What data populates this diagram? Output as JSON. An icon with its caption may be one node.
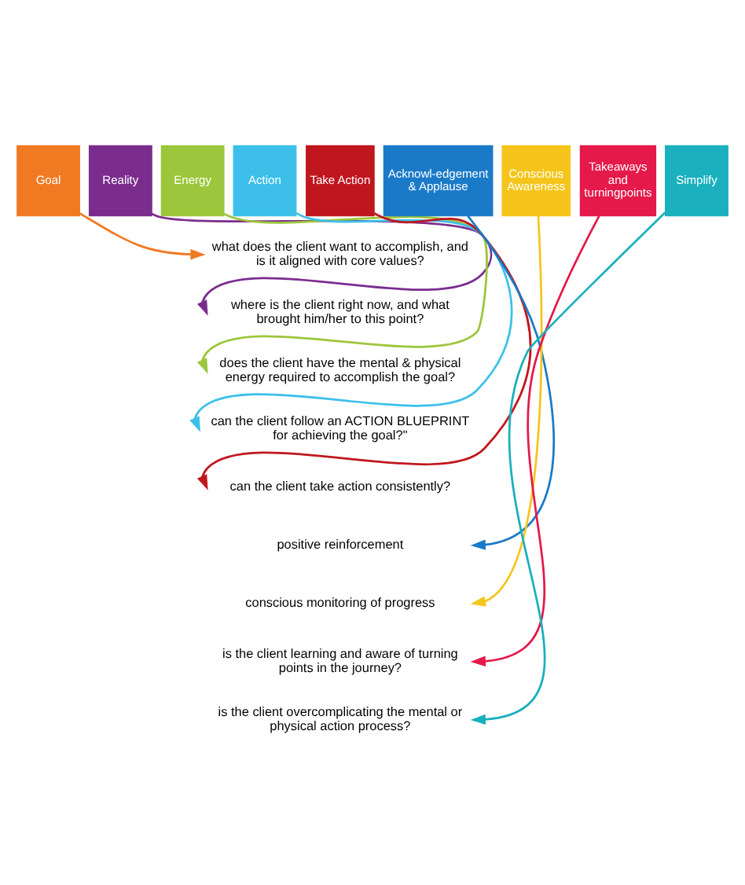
{
  "diagram": {
    "nodes": [
      {
        "text": [
          "Goal"
        ]
      },
      {
        "text": [
          "Reality"
        ]
      },
      {
        "text": [
          "Energy"
        ]
      },
      {
        "text": [
          "Action"
        ]
      },
      {
        "text": [
          "Take Action"
        ]
      },
      {
        "text": [
          "Acknowl-edgement & Applause"
        ]
      },
      {
        "text": [
          "Conscious Awareness"
        ]
      },
      {
        "text": [
          "Takeaways and turningpoints"
        ]
      },
      {
        "text": [
          "Simplify"
        ]
      },
      {
        "text": [
          "what does the client want to accomplish, and is it aligned with core values?"
        ]
      },
      {
        "text": [
          "where is the client right now, and what brought him/her to this point?"
        ]
      },
      {
        "text": [
          "does the client have the mental & physical energy required to accomplish the goal?"
        ]
      },
      {
        "text": [
          "can the client follow an ACTION BLUEPRINT for achieving the goal?\""
        ]
      },
      {
        "text": [
          "can the client take action consistently?"
        ]
      },
      {
        "text": [
          "positive reinforcement"
        ]
      },
      {
        "text": [
          "conscious monitoring of progress"
        ]
      },
      {
        "text": [
          "is the client learning and aware of turning points in the journey?"
        ]
      },
      {
        "text": [
          "is the client overcomplicating the mental or physical action process?"
        ]
      }
    ],
    "edges": [
      {
        "from": 0,
        "to": 9,
        "arrow": "to",
        "color": "#f07a22"
      },
      {
        "from": 1,
        "to": 10,
        "arrow": "to",
        "color": "#7b2d8e"
      },
      {
        "from": 2,
        "to": 11,
        "arrow": "to",
        "color": "#9cc63b"
      },
      {
        "from": 3,
        "to": 12,
        "arrow": "to",
        "color": "#3cc0ea"
      },
      {
        "from": 4,
        "to": 13,
        "arrow": "to",
        "color": "#c0171f"
      },
      {
        "from": 5,
        "to": 14,
        "arrow": "to",
        "color": "#1a7ac8"
      },
      {
        "from": 6,
        "to": 15,
        "arrow": "to",
        "color": "#f6c51b"
      },
      {
        "from": 7,
        "to": 16,
        "arrow": "to",
        "color": "#e5194a"
      },
      {
        "from": 8,
        "to": 17,
        "arrow": "to",
        "color": "#1ab0bd"
      }
    ]
  }
}
